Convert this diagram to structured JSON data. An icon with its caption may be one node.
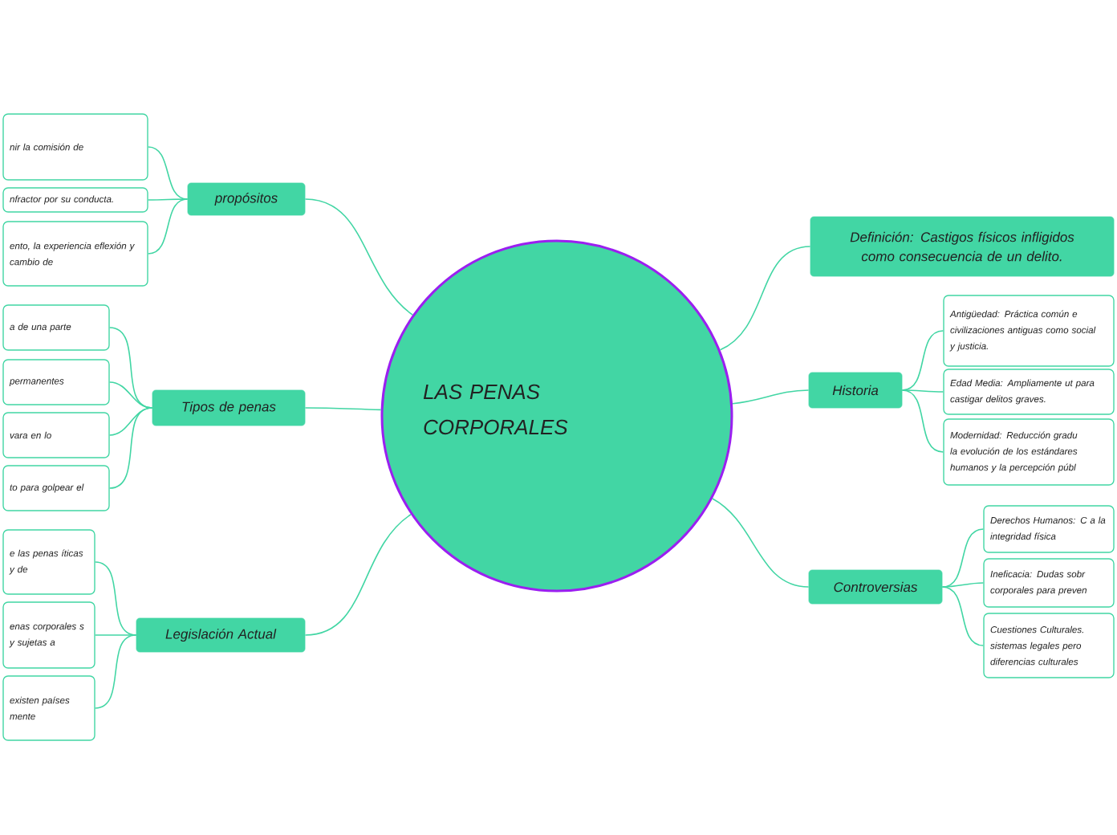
{
  "diagram": {
    "nodes": [
      {
        "text": [
          "LAS PENAS CORPORALES"
        ]
      },
      {
        "text": [
          "propósitos"
        ]
      },
      {
        "text": [
          "nir la comisión de"
        ]
      },
      {
        "text": [
          "nfractor por su conducta."
        ]
      },
      {
        "text": [
          "ento, la experiencia eflexión y cambio de"
        ]
      },
      {
        "text": [
          "Tipos de penas"
        ]
      },
      {
        "text": [
          "a de una parte"
        ]
      },
      {
        "text": [
          "permanentes"
        ]
      },
      {
        "text": [
          "vara en lo"
        ]
      },
      {
        "text": [
          "to para golpear el"
        ]
      },
      {
        "text": [
          "Legislación Actual"
        ]
      },
      {
        "text": [
          "e las penas íticas y de"
        ]
      },
      {
        "text": [
          "enas corporales s y sujetas a"
        ]
      },
      {
        "text": [
          "existen países mente"
        ]
      },
      {
        "text": [
          "Definición: Castigos físicos infligidos como consecuencia de un delito."
        ]
      },
      {
        "text": [
          "Historia"
        ]
      },
      {
        "text": [
          "Antigüedad: Práctica común e civilizaciones antiguas como social y justicia."
        ]
      },
      {
        "text": [
          "Edad Media: Ampliamente ut para castigar delitos graves."
        ]
      },
      {
        "text": [
          "Modernidad: Reducción gradu la evolución de los estándares humanos y la percepción públ"
        ]
      },
      {
        "text": [
          "Controversias"
        ]
      },
      {
        "text": [
          "Derechos Humanos: C a la integridad física"
        ]
      },
      {
        "text": [
          "Ineficacia: Dudas sobr corporales para preven"
        ]
      },
      {
        "text": [
          "Cuestiones Culturales. sistemas legales pero diferencias culturales"
        ]
      }
    ],
    "edges": [
      {
        "from": 0,
        "to": 1,
        "arrow": "none"
      },
      {
        "from": 1,
        "to": 2,
        "arrow": "none"
      },
      {
        "from": 1,
        "to": 3,
        "arrow": "none"
      },
      {
        "from": 1,
        "to": 4,
        "arrow": "none"
      },
      {
        "from": 0,
        "to": 5,
        "arrow": "none"
      },
      {
        "from": 5,
        "to": 6,
        "arrow": "none"
      },
      {
        "from": 5,
        "to": 7,
        "arrow": "none"
      },
      {
        "from": 5,
        "to": 8,
        "arrow": "none"
      },
      {
        "from": 5,
        "to": 9,
        "arrow": "none"
      },
      {
        "from": 0,
        "to": 10,
        "arrow": "none"
      },
      {
        "from": 10,
        "to": 11,
        "arrow": "none"
      },
      {
        "from": 10,
        "to": 12,
        "arrow": "none"
      },
      {
        "from": 10,
        "to": 13,
        "arrow": "none"
      },
      {
        "from": 0,
        "to": 14,
        "arrow": "none"
      },
      {
        "from": 0,
        "to": 15,
        "arrow": "none"
      },
      {
        "from": 15,
        "to": 16,
        "arrow": "none"
      },
      {
        "from": 15,
        "to": 17,
        "arrow": "none"
      },
      {
        "from": 15,
        "to": 18,
        "arrow": "none"
      },
      {
        "from": 0,
        "to": 19,
        "arrow": "none"
      },
      {
        "from": 19,
        "to": 20,
        "arrow": "none"
      },
      {
        "from": 19,
        "to": 21,
        "arrow": "none"
      },
      {
        "from": 19,
        "to": 22,
        "arrow": "none"
      }
    ]
  }
}
